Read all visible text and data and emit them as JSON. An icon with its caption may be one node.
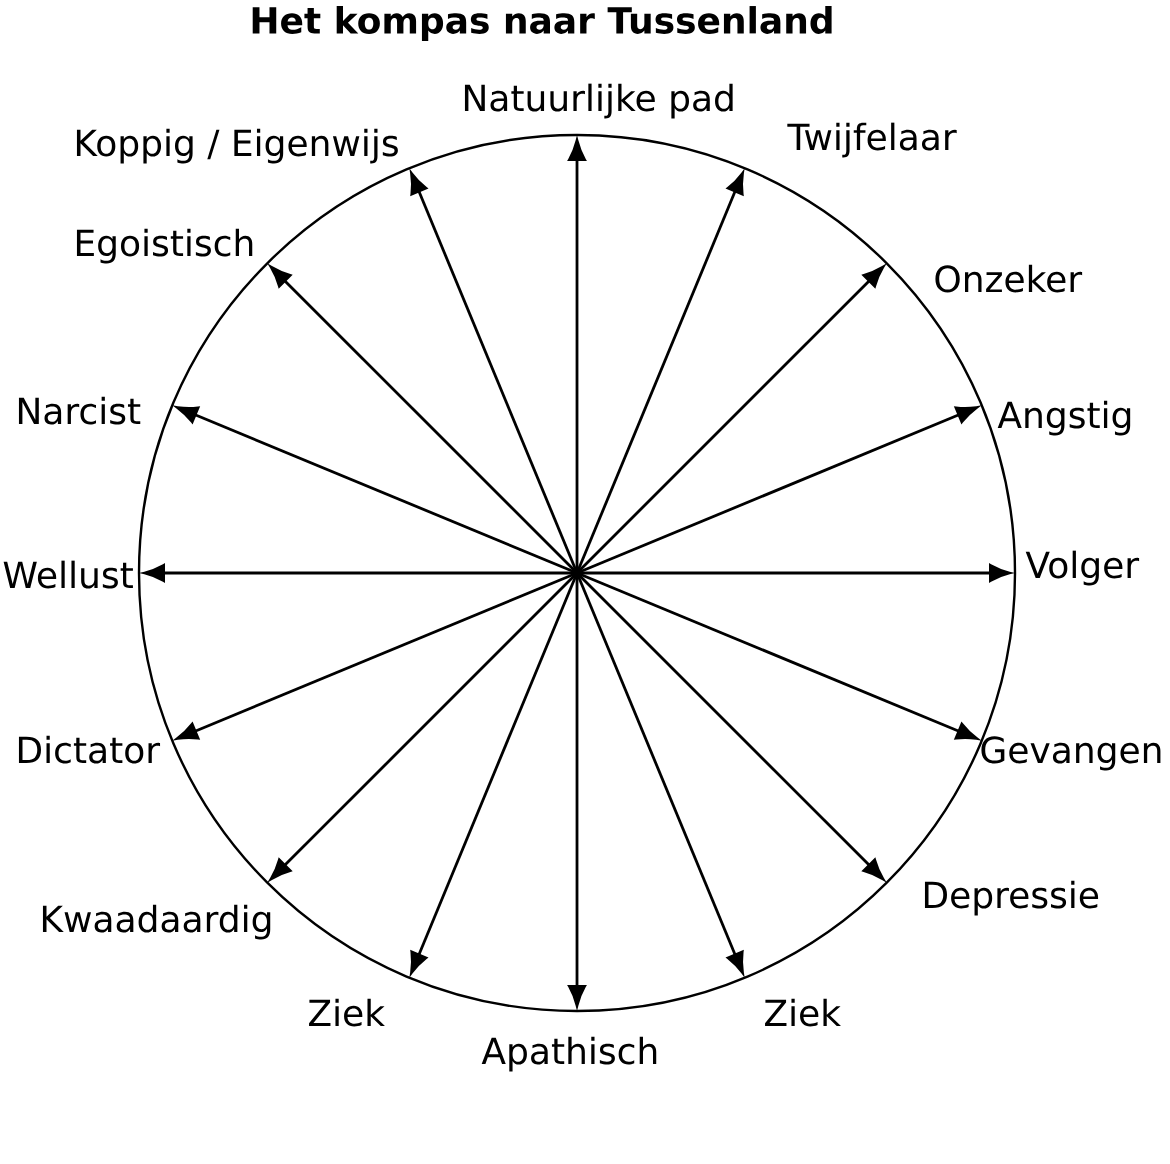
{
  "diagram": {
    "title": "Het kompas naar Tussenland",
    "nodes": [
      {
        "text": [
          "Natuurlijke pad"
        ]
      },
      {
        "text": [
          "Koppig / Eigenwijs"
        ]
      },
      {
        "text": [
          "Twijfelaar"
        ]
      },
      {
        "text": [
          "Egoistisch"
        ]
      },
      {
        "text": [
          "Onzeker"
        ]
      },
      {
        "text": [
          "Narcist"
        ]
      },
      {
        "text": [
          "Angstig"
        ]
      },
      {
        "text": [
          "Wellust"
        ]
      },
      {
        "text": [
          "Volger"
        ]
      },
      {
        "text": [
          "Dictator"
        ]
      },
      {
        "text": [
          "Gevangen"
        ]
      },
      {
        "text": [
          "Kwaadaardig"
        ]
      },
      {
        "text": [
          "Depressie"
        ]
      },
      {
        "text": [
          "Ziek"
        ]
      },
      {
        "text": [
          "Ziek"
        ]
      },
      {
        "text": [
          "Apathisch"
        ]
      }
    ],
    "edges": [
      {
        "from": null,
        "to": 0,
        "arrow": "to"
      },
      {
        "from": null,
        "to": 1,
        "arrow": "to"
      },
      {
        "from": null,
        "to": 2,
        "arrow": "to"
      },
      {
        "from": null,
        "to": 3,
        "arrow": "to"
      },
      {
        "from": null,
        "to": 4,
        "arrow": "to"
      },
      {
        "from": null,
        "to": 5,
        "arrow": "to"
      },
      {
        "from": null,
        "to": 6,
        "arrow": "to"
      },
      {
        "from": null,
        "to": 7,
        "arrow": "to"
      },
      {
        "from": null,
        "to": 8,
        "arrow": "to"
      },
      {
        "from": null,
        "to": 9,
        "arrow": "to"
      },
      {
        "from": null,
        "to": 10,
        "arrow": "to"
      },
      {
        "from": null,
        "to": 11,
        "arrow": "to"
      },
      {
        "from": null,
        "to": 12,
        "arrow": "to"
      },
      {
        "from": null,
        "to": 13,
        "arrow": "to"
      },
      {
        "from": null,
        "to": 14,
        "arrow": "to"
      },
      {
        "from": null,
        "to": 15,
        "arrow": "to"
      }
    ]
  }
}
